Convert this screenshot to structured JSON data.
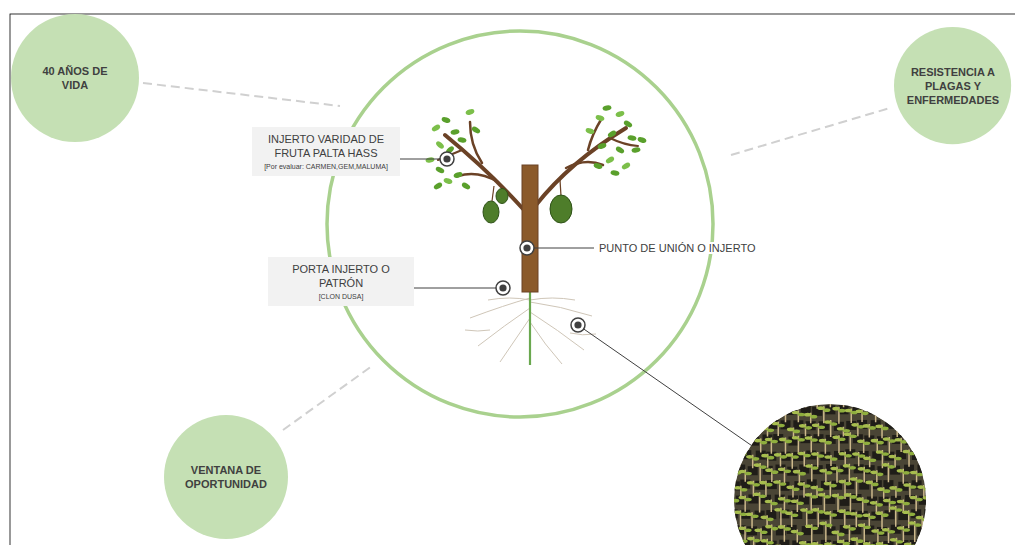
{
  "diagram": {
    "nodes": [
      {
        "text": [
          "40 AÑOS DE VIDA"
        ]
      },
      {
        "text": [
          "RESISTENCIA A PLAGAS Y ENFERMEDADES"
        ]
      },
      {
        "text": [
          "INJERTO VARIDAD DE FRUTA PALTA HASS",
          "[Por evaluar: CARMEN,GEM,MALUMA]"
        ]
      },
      {
        "text": [
          "PORTA INJERTO O PATRÓN",
          "[CLON DUSA]"
        ]
      },
      {
        "text": [
          "VENTANA DE OPORTUNIDAD"
        ]
      }
    ],
    "labels": [
      "PUNTO DE UNIÓN O INJERTO"
    ]
  }
}
